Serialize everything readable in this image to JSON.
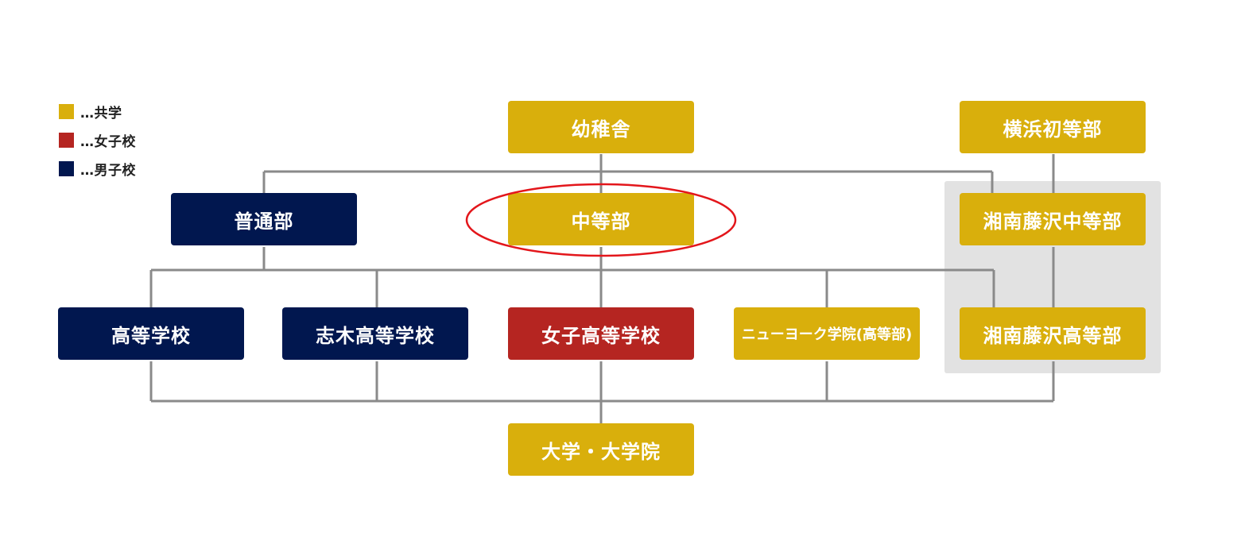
{
  "colors": {
    "coed": "#D9AF0C",
    "girls": "#B52521",
    "boys": "#01174F",
    "line": "#8A8A8A",
    "highlight_region": "#E2E2E2",
    "highlight_ring": "#E3161B"
  },
  "legend": [
    {
      "key": "coed",
      "label": "…共学"
    },
    {
      "key": "girls",
      "label": "…女子校"
    },
    {
      "key": "boys",
      "label": "…男子校"
    }
  ],
  "nodes": {
    "yochisha": {
      "label": "幼稚舎",
      "type": "coed"
    },
    "yokohama_primary": {
      "label": "横浜初等部",
      "type": "coed"
    },
    "futsubu": {
      "label": "普通部",
      "type": "boys"
    },
    "chutobu": {
      "label": "中等部",
      "type": "coed",
      "highlighted": true
    },
    "shonan_jhs": {
      "label": "湘南藤沢中等部",
      "type": "coed"
    },
    "koto_gakko": {
      "label": "高等学校",
      "type": "boys"
    },
    "shiki": {
      "label": "志木高等学校",
      "type": "boys"
    },
    "joshi": {
      "label": "女子高等学校",
      "type": "girls"
    },
    "newyork": {
      "label": "ニューヨーク学院(高等部)",
      "type": "coed"
    },
    "shonan_hs": {
      "label": "湘南藤沢高等部",
      "type": "coed"
    },
    "university": {
      "label": "大学・大学院",
      "type": "coed"
    }
  }
}
